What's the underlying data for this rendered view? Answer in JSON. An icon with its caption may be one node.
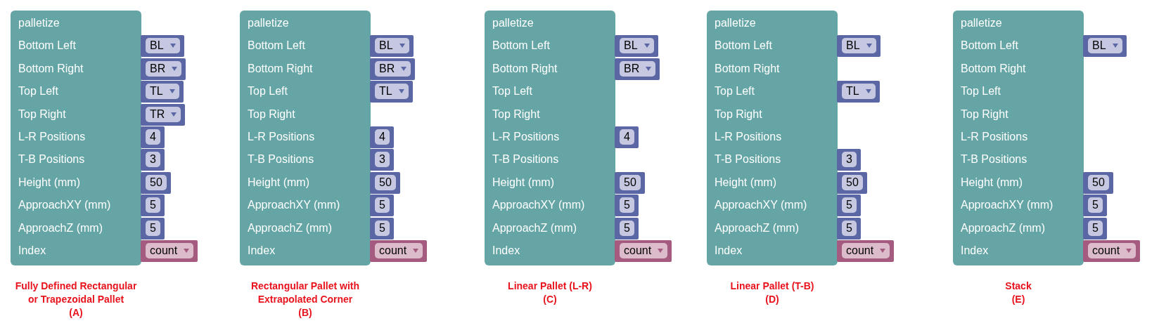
{
  "diagram": {
    "nodes": [
      {
        "text": [
          "palletize",
          "Bottom Left",
          "Bottom Right",
          "Top Left",
          "Top Right",
          "L-R Positions",
          "T-B Positions",
          "Height (mm)",
          "ApproachXY (mm)",
          "ApproachZ (mm)",
          "Index"
        ]
      },
      {
        "text": [
          "BL"
        ]
      },
      {
        "text": [
          "BR"
        ]
      },
      {
        "text": [
          "TL"
        ]
      },
      {
        "text": [
          "TR"
        ]
      },
      {
        "text": [
          "4"
        ]
      },
      {
        "text": [
          "3"
        ]
      },
      {
        "text": [
          "50"
        ]
      },
      {
        "text": [
          "5"
        ]
      },
      {
        "text": [
          "5"
        ]
      },
      {
        "text": [
          "count"
        ]
      },
      {
        "text": [
          "palletize",
          "Bottom Left",
          "Bottom Right",
          "Top Left",
          "Top Right",
          "L-R Positions",
          "T-B Positions",
          "Height (mm)",
          "ApproachXY (mm)",
          "ApproachZ (mm)",
          "Index"
        ]
      },
      {
        "text": [
          "BL"
        ]
      },
      {
        "text": [
          "BR"
        ]
      },
      {
        "text": [
          "TL"
        ]
      },
      {
        "text": [
          "4"
        ]
      },
      {
        "text": [
          "3"
        ]
      },
      {
        "text": [
          "50"
        ]
      },
      {
        "text": [
          "5"
        ]
      },
      {
        "text": [
          "5"
        ]
      },
      {
        "text": [
          "count"
        ]
      },
      {
        "text": [
          "palletize",
          "Bottom Left",
          "Bottom Right",
          "Top Left",
          "Top Right",
          "L-R Positions",
          "T-B Positions",
          "Height (mm)",
          "ApproachXY (mm)",
          "ApproachZ (mm)",
          "Index"
        ]
      },
      {
        "text": [
          "BL"
        ]
      },
      {
        "text": [
          "BR"
        ]
      },
      {
        "text": [
          "4"
        ]
      },
      {
        "text": [
          "50"
        ]
      },
      {
        "text": [
          "5"
        ]
      },
      {
        "text": [
          "5"
        ]
      },
      {
        "text": [
          "count"
        ]
      },
      {
        "text": [
          "palletize",
          "Bottom Left",
          "Bottom Right",
          "Top Left",
          "Top Right",
          "L-R Positions",
          "T-B Positions",
          "Height (mm)",
          "ApproachXY (mm)",
          "ApproachZ (mm)",
          "Index"
        ]
      },
      {
        "text": [
          "BL"
        ]
      },
      {
        "text": [
          "TL"
        ]
      },
      {
        "text": [
          "3"
        ]
      },
      {
        "text": [
          "50"
        ]
      },
      {
        "text": [
          "5"
        ]
      },
      {
        "text": [
          "5"
        ]
      },
      {
        "text": [
          "count"
        ]
      },
      {
        "text": [
          "palletize",
          "Bottom Left",
          "Bottom Right",
          "Top Left",
          "Top Right",
          "L-R Positions",
          "T-B Positions",
          "Height (mm)",
          "ApproachXY (mm)",
          "ApproachZ (mm)",
          "Index"
        ]
      },
      {
        "text": [
          "BL"
        ]
      },
      {
        "text": [
          "50"
        ]
      },
      {
        "text": [
          "5"
        ]
      },
      {
        "text": [
          "5"
        ]
      },
      {
        "text": [
          "count"
        ]
      }
    ],
    "labels": [
      "Fully Defined Rectangular or Trapezoidal Pallet",
      "(A)",
      "Rectangular Pallet with Extrapolated Corner",
      "(B)",
      "Linear Pallet (L-R)",
      "(C)",
      "Linear Pallet (T-B)",
      "(D)",
      "Stack",
      "(E)"
    ]
  }
}
